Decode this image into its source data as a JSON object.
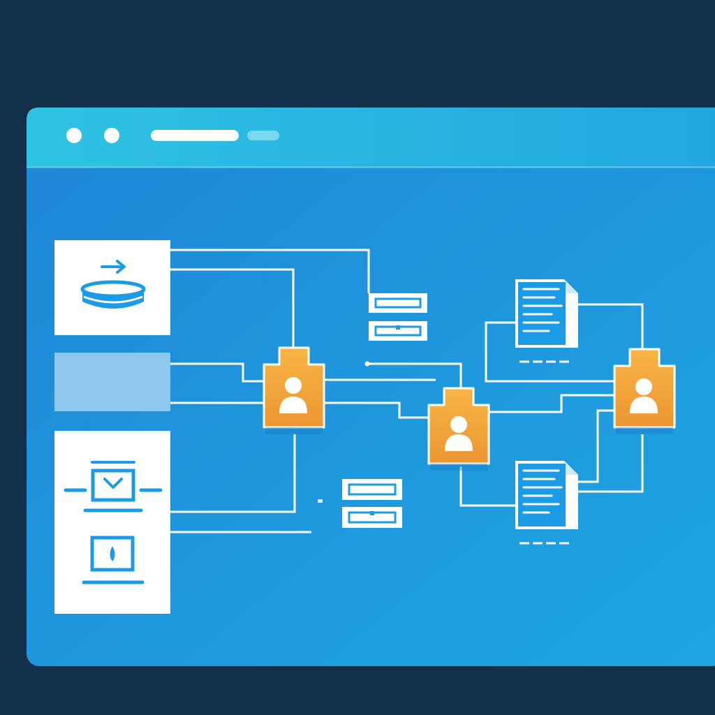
{
  "colors": {
    "background": "#12304a",
    "titlebar": "#2ab6e0",
    "canvas": "#2290d8",
    "panel": "#ffffff",
    "panel_selected": "#8dc8f1",
    "connector": "#ffffff",
    "accent_blue": "#1b9be5",
    "folder_orange": "#f3a93a",
    "folder_shadow": "#e0922a"
  },
  "window": {
    "controls": [
      "window-dot-icon",
      "window-dot-icon"
    ],
    "title_placeholder": "title-bar-pill-icon",
    "secondary_placeholder": "title-bar-small-pill-icon"
  },
  "sidebar": {
    "items": [
      {
        "icon": "database-arrow-icon",
        "state": "normal"
      },
      {
        "icon": "blank-panel",
        "state": "selected"
      },
      {
        "icon": "device-stack-icon",
        "state": "normal"
      }
    ]
  },
  "nodes": {
    "user_folders": [
      "user-folder-icon",
      "user-folder-icon",
      "user-folder-icon"
    ],
    "servers": [
      "server-stack-icon",
      "server-stack-icon"
    ],
    "documents": [
      "document-icon",
      "document-icon"
    ]
  }
}
